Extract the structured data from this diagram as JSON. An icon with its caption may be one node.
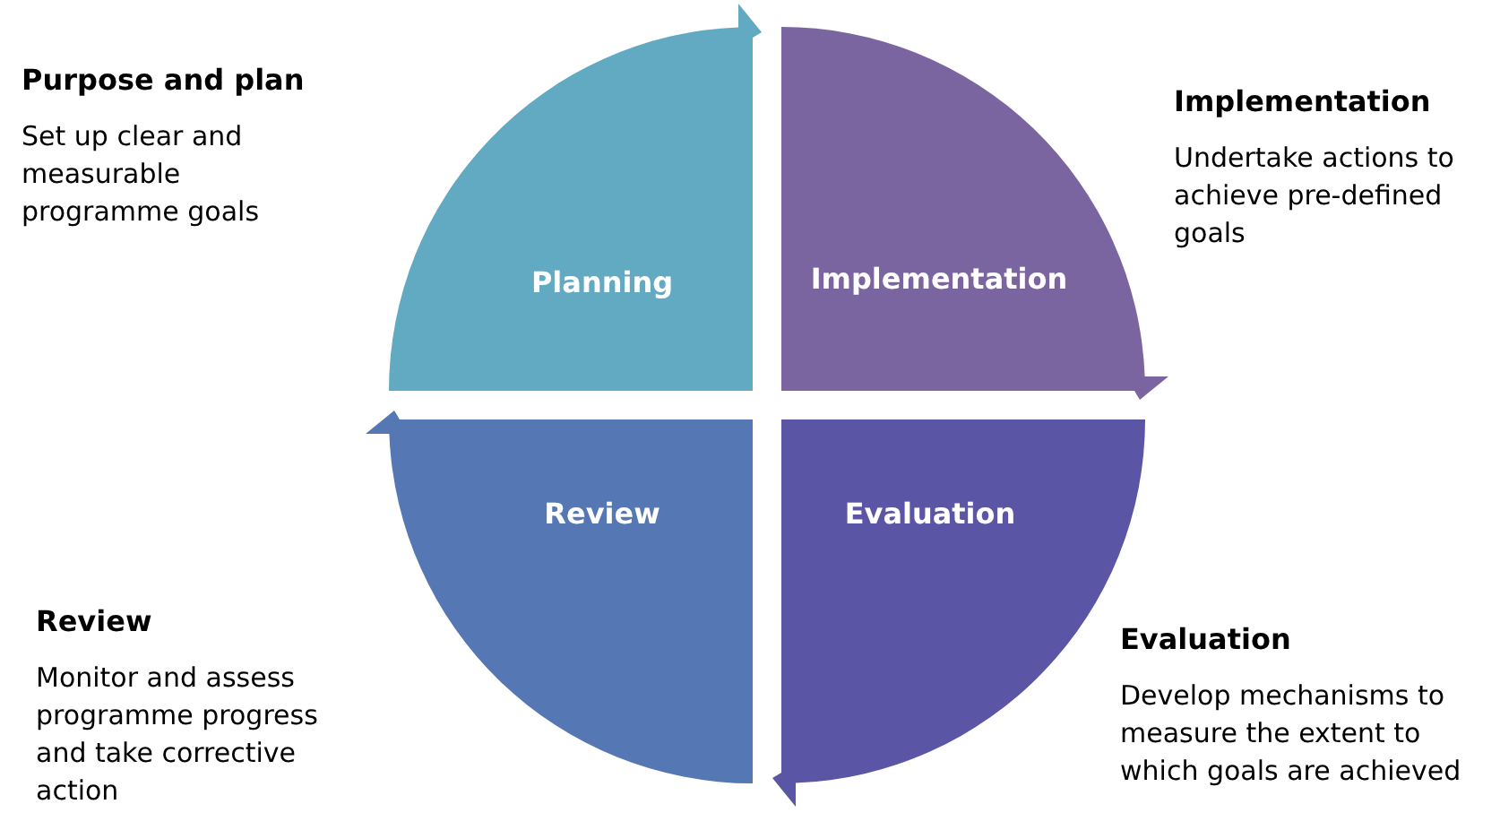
{
  "diagram": {
    "nodes": [
      {
        "text": [
          "Planning"
        ]
      },
      {
        "text": [
          "Implementation"
        ]
      },
      {
        "text": [
          "Evaluation"
        ]
      },
      {
        "text": [
          "Review"
        ]
      }
    ],
    "labels": [
      "Purpose and plan",
      "Set up clear and measurable programme goals",
      "Implementation",
      "Undertake actions to achieve pre-defined goals",
      "Review",
      "Monitor and assess programme progress and take corrective action",
      "Evaluation",
      "Develop mechanisms to measure the extent to which goals are achieved"
    ]
  }
}
